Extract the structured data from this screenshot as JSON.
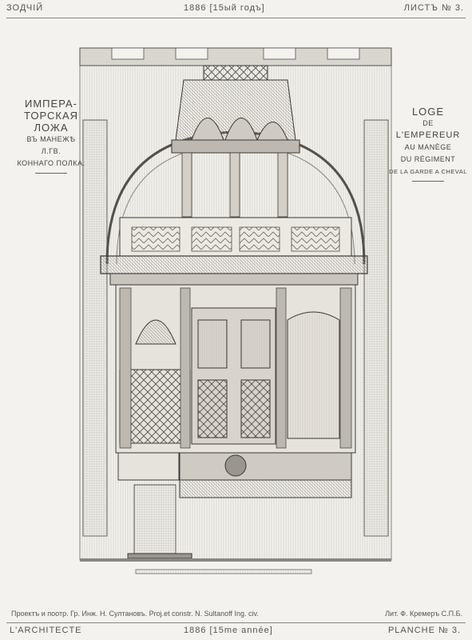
{
  "header": {
    "left": "ЗОДЧІЙ",
    "center": "1886 [15ый годъ]",
    "right": "ЛИСТЪ № 3."
  },
  "left_caption": {
    "line1": "ИМПЕРА-",
    "line2": "ТОРСКАЯ",
    "line3": "ЛОЖА",
    "line4": "ВЪ МАНЕЖѢ",
    "line5": "Л.ГВ.",
    "line6": "КОННАГО ПОЛКА."
  },
  "right_caption": {
    "line1": "LOGE",
    "line2": "DE",
    "line3": "L'EMPEREUR",
    "line4": "AU MANÈGE",
    "line5": "DU RÉGIMENT",
    "line6": "DE LA GARDE A CHEVAL"
  },
  "credits": {
    "left": "Проектъ и поотр. Гр. Инж. Н. Султановъ. Proj.et constr. N. Sultanoff Ing. civ.",
    "right": "Лит. Ф. Кремеръ С.П.Б."
  },
  "footer": {
    "left": "L'ARCHITECTE",
    "center": "1886 [15me année]",
    "right": "PLANCHE № 3."
  },
  "colors": {
    "paper": "#f4f2ee",
    "ink": "#3a3835"
  }
}
